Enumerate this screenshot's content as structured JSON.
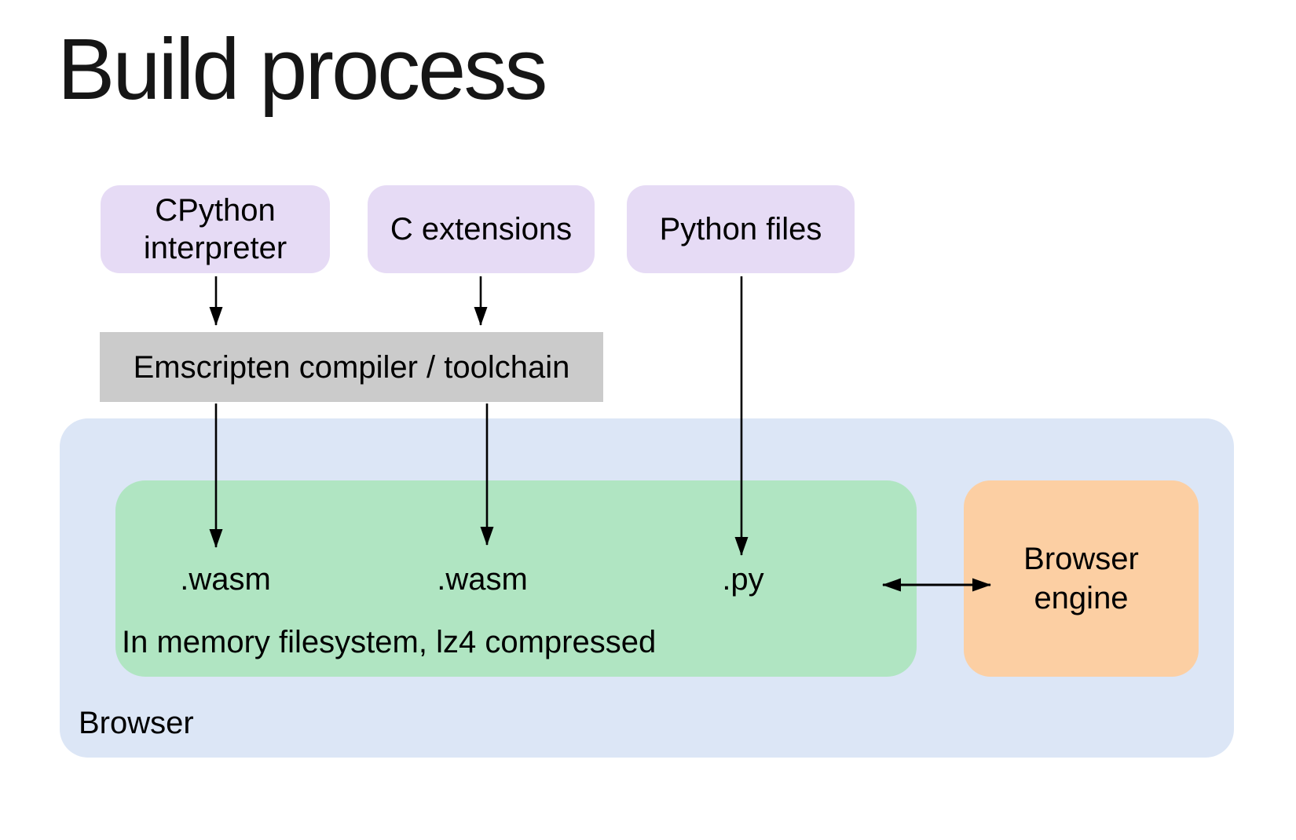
{
  "title": "Build process",
  "colors": {
    "source_box": "#e6dbf5",
    "compiler_box": "#cbcbcb",
    "browser_box": "#dce6f6",
    "filesystem_box": "#b0e5c2",
    "engine_box": "#fccfa3",
    "arrow": "#000000",
    "text": "#000000",
    "background": "#ffffff"
  },
  "nodes": {
    "cpython": {
      "lines": [
        "CPython",
        "interpreter"
      ]
    },
    "c_extensions": {
      "label": "C extensions"
    },
    "python_files": {
      "label": "Python files"
    },
    "emscripten": {
      "label": "Emscripten compiler / toolchain"
    },
    "browser": {
      "label": "Browser"
    },
    "filesystem": {
      "items": [
        ".wasm",
        ".wasm",
        ".py"
      ],
      "caption": "In memory filesystem, lz4 compressed"
    },
    "browser_engine": {
      "lines": [
        "Browser",
        "engine"
      ]
    }
  },
  "edges": [
    {
      "from": "cpython-interpreter",
      "to": "emscripten-compiler",
      "bidirectional": false
    },
    {
      "from": "c-extensions",
      "to": "emscripten-compiler",
      "bidirectional": false
    },
    {
      "from": "python-files",
      "to": "filesystem-py",
      "bidirectional": false
    },
    {
      "from": "emscripten-compiler",
      "to": "filesystem-wasm-1",
      "bidirectional": false
    },
    {
      "from": "emscripten-compiler",
      "to": "filesystem-wasm-2",
      "bidirectional": false
    },
    {
      "from": "filesystem",
      "to": "browser-engine",
      "bidirectional": true
    }
  ]
}
